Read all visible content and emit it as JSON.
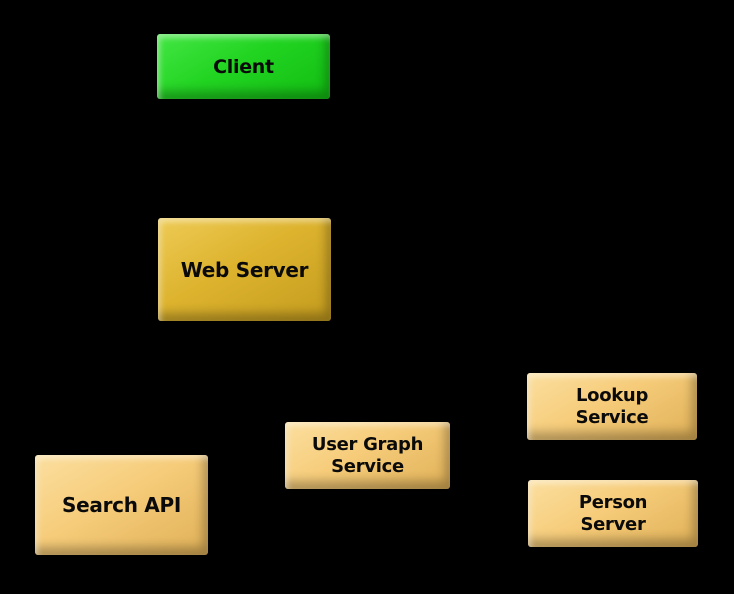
{
  "canvas": {
    "background_color": "#000000"
  },
  "diagram": {
    "type": "architecture-diagram",
    "colors": {
      "client_fill": "#22d422",
      "web_server_fill": "#ddb32e",
      "service_fill": "#f6cc7a",
      "text_color": "#0a0a0a"
    },
    "nodes": [
      {
        "id": "client",
        "lines": [
          "Client"
        ]
      },
      {
        "id": "web-server",
        "lines": [
          "Web Server"
        ]
      },
      {
        "id": "search-api",
        "lines": [
          "Search API"
        ]
      },
      {
        "id": "user-graph-service",
        "lines": [
          "User Graph",
          "Service"
        ]
      },
      {
        "id": "lookup-service",
        "lines": [
          "Lookup",
          "Service"
        ]
      },
      {
        "id": "person-server",
        "lines": [
          "Person",
          "Server"
        ]
      }
    ]
  }
}
